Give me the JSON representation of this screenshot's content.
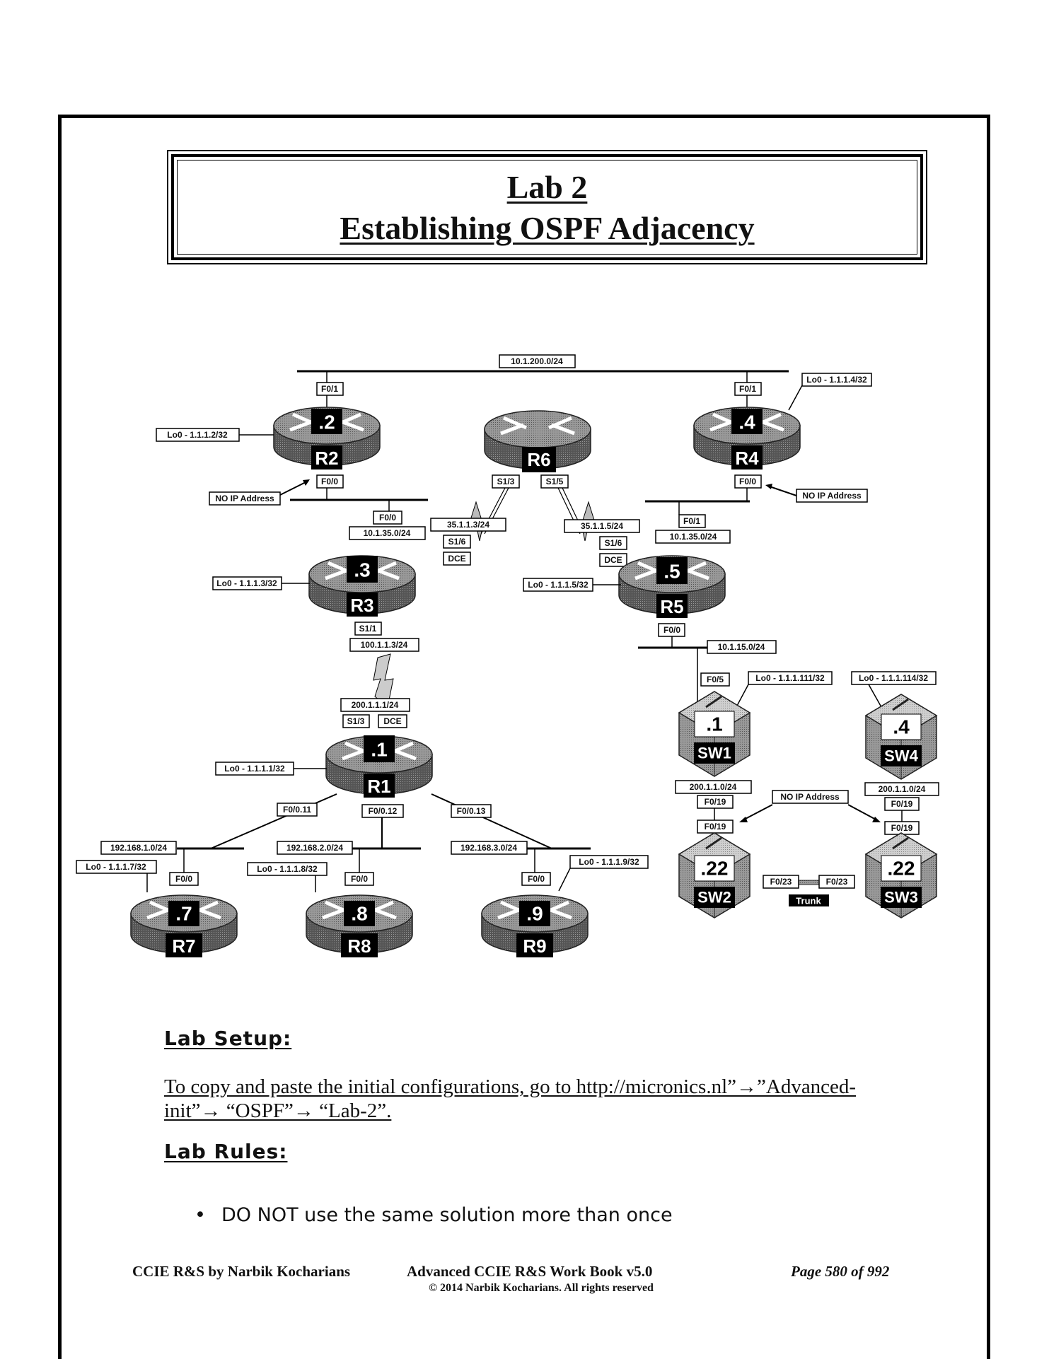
{
  "title": {
    "lab": "Lab 2",
    "subject": "Establishing OSPF Adjacency"
  },
  "diagram": {
    "routers": [
      {
        "name": "R2",
        "host": ".2",
        "loopback": "Lo0 - 1.1.1.2/32"
      },
      {
        "name": "R6",
        "host": "",
        "loopback": ""
      },
      {
        "name": "R4",
        "host": ".4",
        "loopback": "Lo0 - 1.1.1.4/32"
      },
      {
        "name": "R3",
        "host": ".3",
        "loopback": "Lo0 - 1.1.1.3/32"
      },
      {
        "name": "R5",
        "host": ".5",
        "loopback": "Lo0 - 1.1.1.5/32"
      },
      {
        "name": "R1",
        "host": ".1",
        "loopback": "Lo0 - 1.1.1.1/32"
      },
      {
        "name": "R7",
        "host": ".7",
        "loopback": "Lo0 - 1.1.1.7/32"
      },
      {
        "name": "R8",
        "host": ".8",
        "loopback": "Lo0 - 1.1.1.8/32"
      },
      {
        "name": "R9",
        "host": ".9",
        "loopback": "Lo0 - 1.1.1.9/32"
      }
    ],
    "switches": [
      {
        "name": "SW1",
        "host": ".1",
        "loopback": "Lo0 - 1.1.1.111/32"
      },
      {
        "name": "SW4",
        "host": ".4",
        "loopback": "Lo0 - 1.1.1.114/32"
      },
      {
        "name": "SW2",
        "host": ".22",
        "loopback": ""
      },
      {
        "name": "SW3",
        "host": ".22",
        "loopback": ""
      }
    ],
    "subnets": {
      "top": "10.1.200.0/24",
      "r3_lan": "10.1.35.0/24",
      "r5_lan": "10.1.35.0/24",
      "r5_sw1": "10.1.15.0/24",
      "r7_lan": "192.168.1.0/24",
      "r8_lan": "192.168.2.0/24",
      "r9_lan": "192.168.3.0/24",
      "sw1_sw2": "200.1.1.0/24",
      "sw4_sw3": "200.1.1.0/24"
    },
    "interfaces": {
      "r2_top": "F0/1",
      "r2_bottom": "F0/0",
      "r4_top": "F0/1",
      "r4_bottom": "F0/0",
      "r3_top": "F0/0",
      "r5_top": "F0/1",
      "r6_left": "S1/3",
      "r6_right": "S1/5",
      "r3_serial_to_r6": "S1/6",
      "r3_dce": "DCE",
      "r5_serial_to_r6": "S1/6",
      "r5_dce": "DCE",
      "r3_s11": "S1/1",
      "r1_s13": "S1/3",
      "r1_dce": "DCE",
      "r5_bottom": "F0/0",
      "sw1_up": "F0/5",
      "r1_sub11": "F0/0.11",
      "r1_sub12": "F0/0.12",
      "r1_sub13": "F0/0.13",
      "r7_f00": "F0/0",
      "r8_f00": "F0/0",
      "r9_f00": "F0/0",
      "sw1_f019": "F0/19",
      "sw2_f019": "F0/19",
      "sw4_f019": "F0/19",
      "sw3_f019": "F0/19",
      "sw2_f023": "F0/23",
      "sw3_f023": "F0/23"
    },
    "addresses": {
      "r3_serial": "35.1.1.3/24",
      "r5_serial": "35.1.1.5/24",
      "r3_s11_ip": "100.1.1.3/24",
      "r1_s13_ip": "200.1.1.1/24"
    },
    "notes": {
      "no_ip_r2": "NO IP Address",
      "no_ip_r4": "NO IP Address",
      "no_ip_switches": "NO IP Address",
      "trunk": "Trunk"
    }
  },
  "lab_setup": {
    "heading": "Lab Setup:",
    "text": "To copy and paste the initial configurations, go to http://micronics.nl”→”Advanced-init”→ “OSPF”→ “Lab-2”."
  },
  "lab_rules": {
    "heading": "Lab Rules:",
    "items": [
      "DO NOT use the same solution more than once"
    ]
  },
  "footer": {
    "author": "CCIE R&S by Narbik Kocharians",
    "book": "Advanced CCIE R&S Work Book v5.0",
    "copyright": "© 2014 Narbik Kocharians. All rights reserved",
    "page": "Page 580 of 992"
  }
}
